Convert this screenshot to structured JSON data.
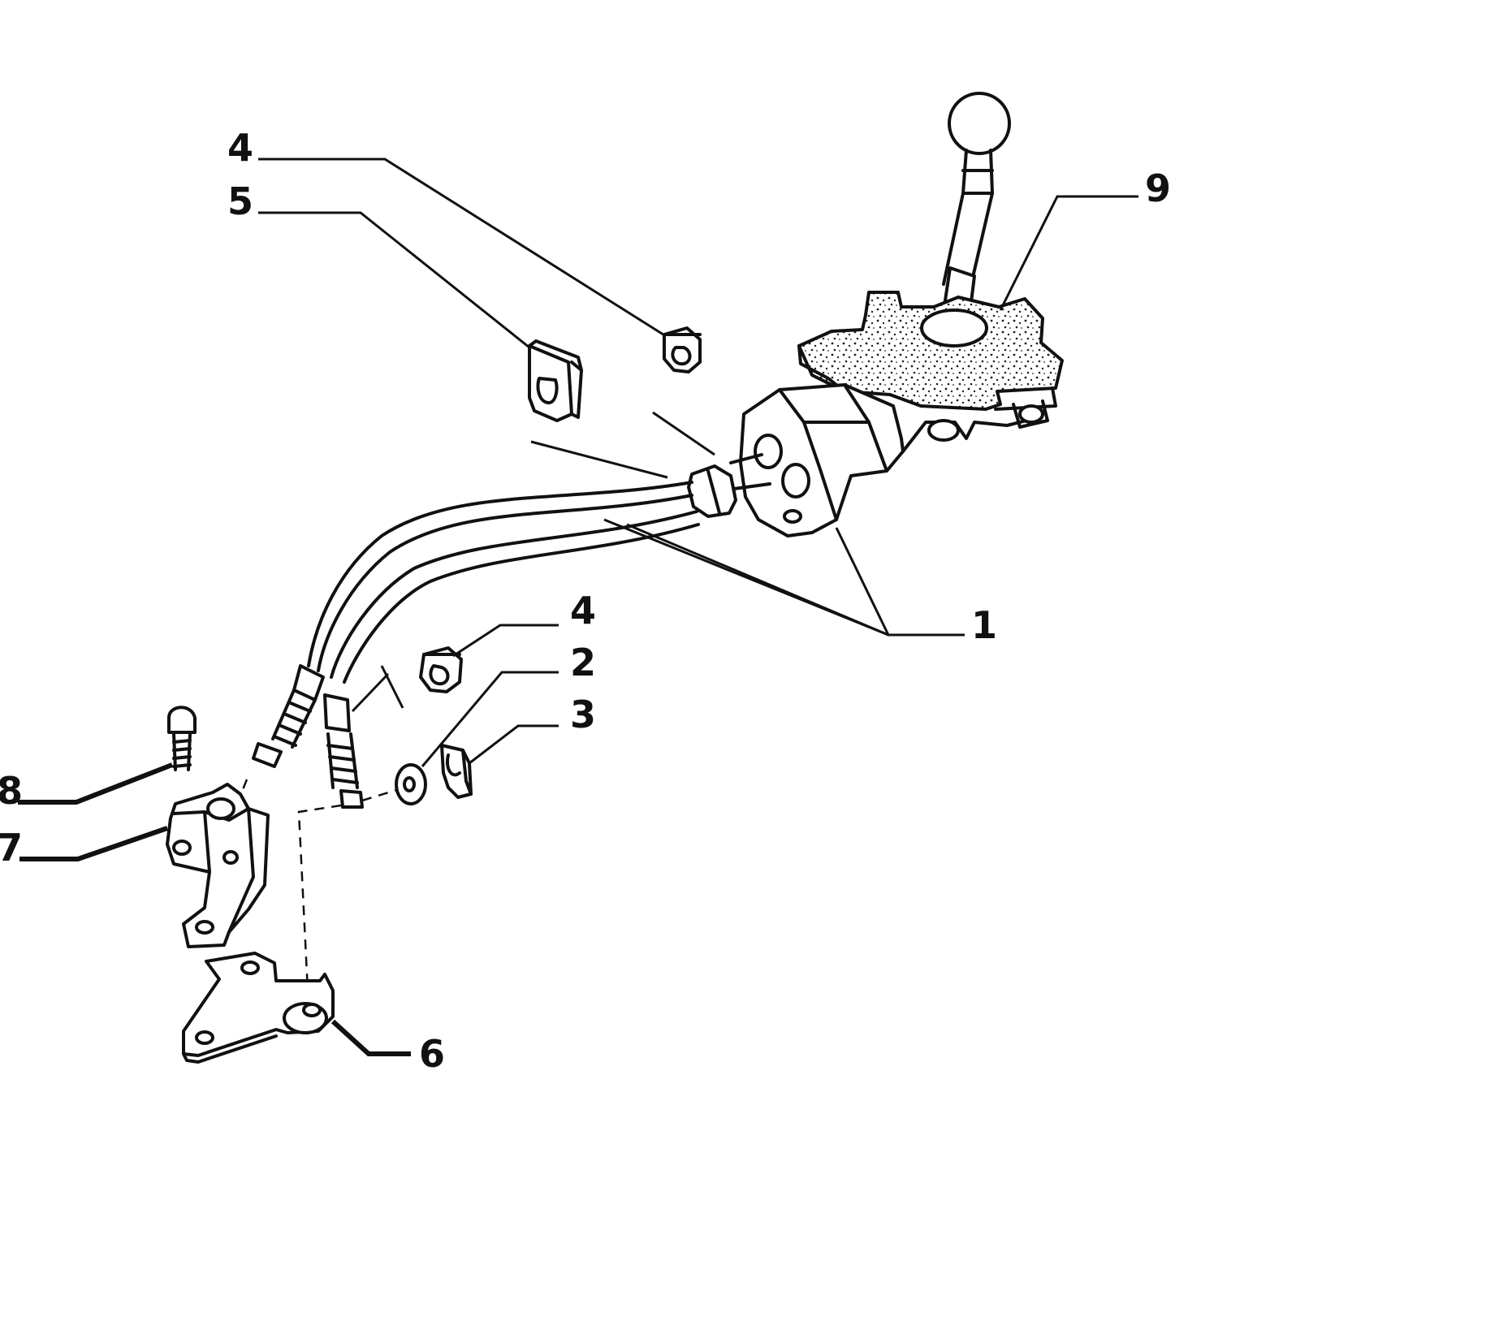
{
  "callouts": {
    "c4_top": "4",
    "c5": "5",
    "c9": "9",
    "c1": "1",
    "c4_mid": "4",
    "c2": "2",
    "c3": "3",
    "c8": "8",
    "c7": "7",
    "c6": "6"
  },
  "colors": {
    "line": "#111111",
    "background": "#ffffff"
  }
}
